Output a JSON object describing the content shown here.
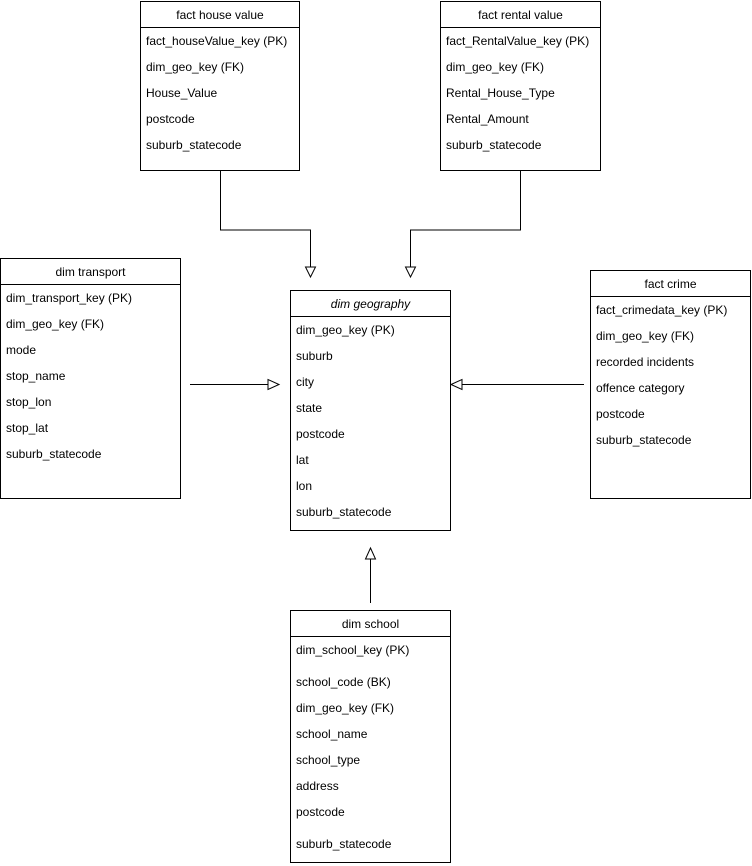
{
  "entities": {
    "fact_house_value": {
      "title": "fact house value",
      "fields": [
        "fact_houseValue_key (PK)",
        "dim_geo_key (FK)",
        "House_Value",
        "postcode",
        "suburb_statecode"
      ]
    },
    "fact_rental_value": {
      "title": "fact rental value",
      "fields": [
        "fact_RentalValue_key (PK)",
        "dim_geo_key (FK)",
        "Rental_House_Type",
        "Rental_Amount",
        "suburb_statecode"
      ]
    },
    "dim_transport": {
      "title": "dim transport",
      "fields": [
        "dim_transport_key (PK)",
        "dim_geo_key (FK)",
        "mode",
        "stop_name",
        "stop_lon",
        "stop_lat",
        "suburb_statecode"
      ]
    },
    "dim_geography": {
      "title": "dim geography",
      "fields": [
        "dim_geo_key (PK)",
        "suburb",
        "city",
        "state",
        "postcode",
        "lat",
        "lon",
        "suburb_statecode"
      ]
    },
    "fact_crime": {
      "title": "fact crime",
      "fields": [
        "fact_crimedata_key (PK)",
        "dim_geo_key (FK)",
        "recorded incidents",
        "offence category",
        "postcode",
        "suburb_statecode"
      ]
    },
    "dim_school": {
      "title": "dim school",
      "fields": [
        "dim_school_key (PK)",
        "school_code (BK)",
        "dim_geo_key (FK)",
        "school_name",
        "school_type",
        "address",
        "postcode",
        "suburb_statecode"
      ]
    }
  }
}
